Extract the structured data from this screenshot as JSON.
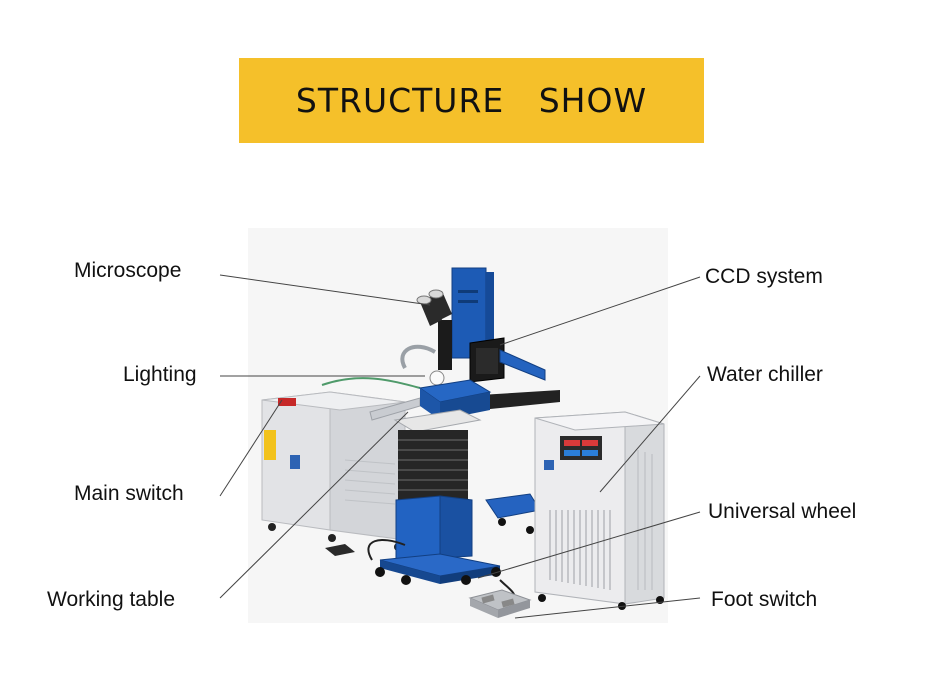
{
  "title": "STRUCTURE   SHOW",
  "colors": {
    "banner": "#f5c02a",
    "machine_blue": "#1d5bb5",
    "cabinet_gray": "#e6e7e9",
    "bellows": "#2a2a2a"
  },
  "labels": {
    "microscope": "Microscope",
    "lighting": "Lighting",
    "main_switch": "Main switch",
    "working_table": "Working table",
    "ccd_system": "CCD system",
    "water_chiller": "Water chiller",
    "universal_wheel": "Universal wheel",
    "foot_switch": "Foot switch"
  }
}
